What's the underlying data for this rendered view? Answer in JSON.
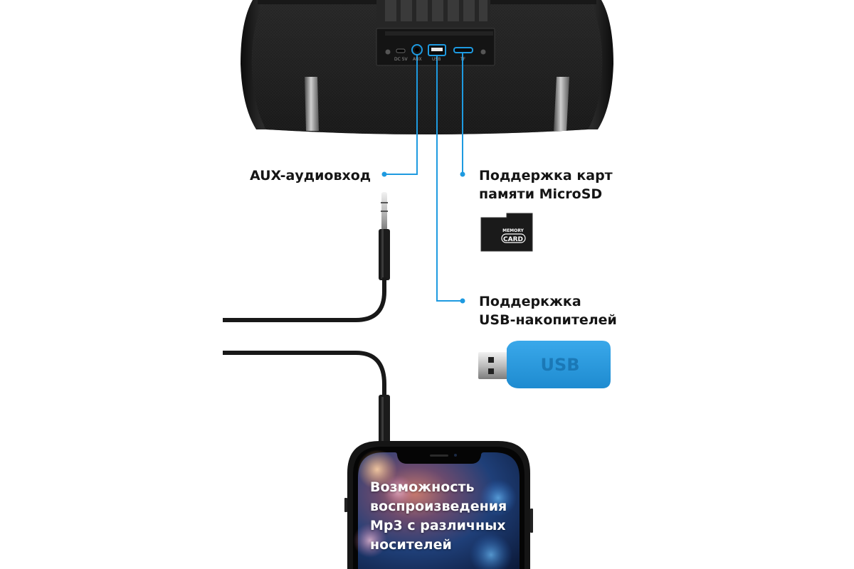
{
  "callouts": {
    "aux": "AUX-аудиовход",
    "microsd": [
      "Поддержка карт",
      "памяти MicroSD"
    ],
    "usb": [
      "Поддеркжка",
      "USB-накопителей"
    ]
  },
  "phone_caption": [
    "Возможность",
    "воспроизведения",
    "Mp3 с различных",
    "носителей"
  ],
  "port_labels": [
    "DC 5V",
    "AUX",
    "USB",
    "TF"
  ],
  "memory_card": {
    "line1": "MEMORY",
    "line2": "CARD"
  },
  "usb_stick_text": "USB",
  "colors": {
    "accent": "#1e9ae0",
    "speaker_body": "#1c1c1c",
    "usb_body": "#2496dc",
    "usb_text": "#1873b0",
    "text": "#151515"
  },
  "icons": {
    "speaker": "bluetooth-speaker",
    "memory_card": "microsd-card-icon",
    "usb_stick": "usb-flash-drive-icon",
    "cable": "aux-cable",
    "phone": "smartphone"
  }
}
